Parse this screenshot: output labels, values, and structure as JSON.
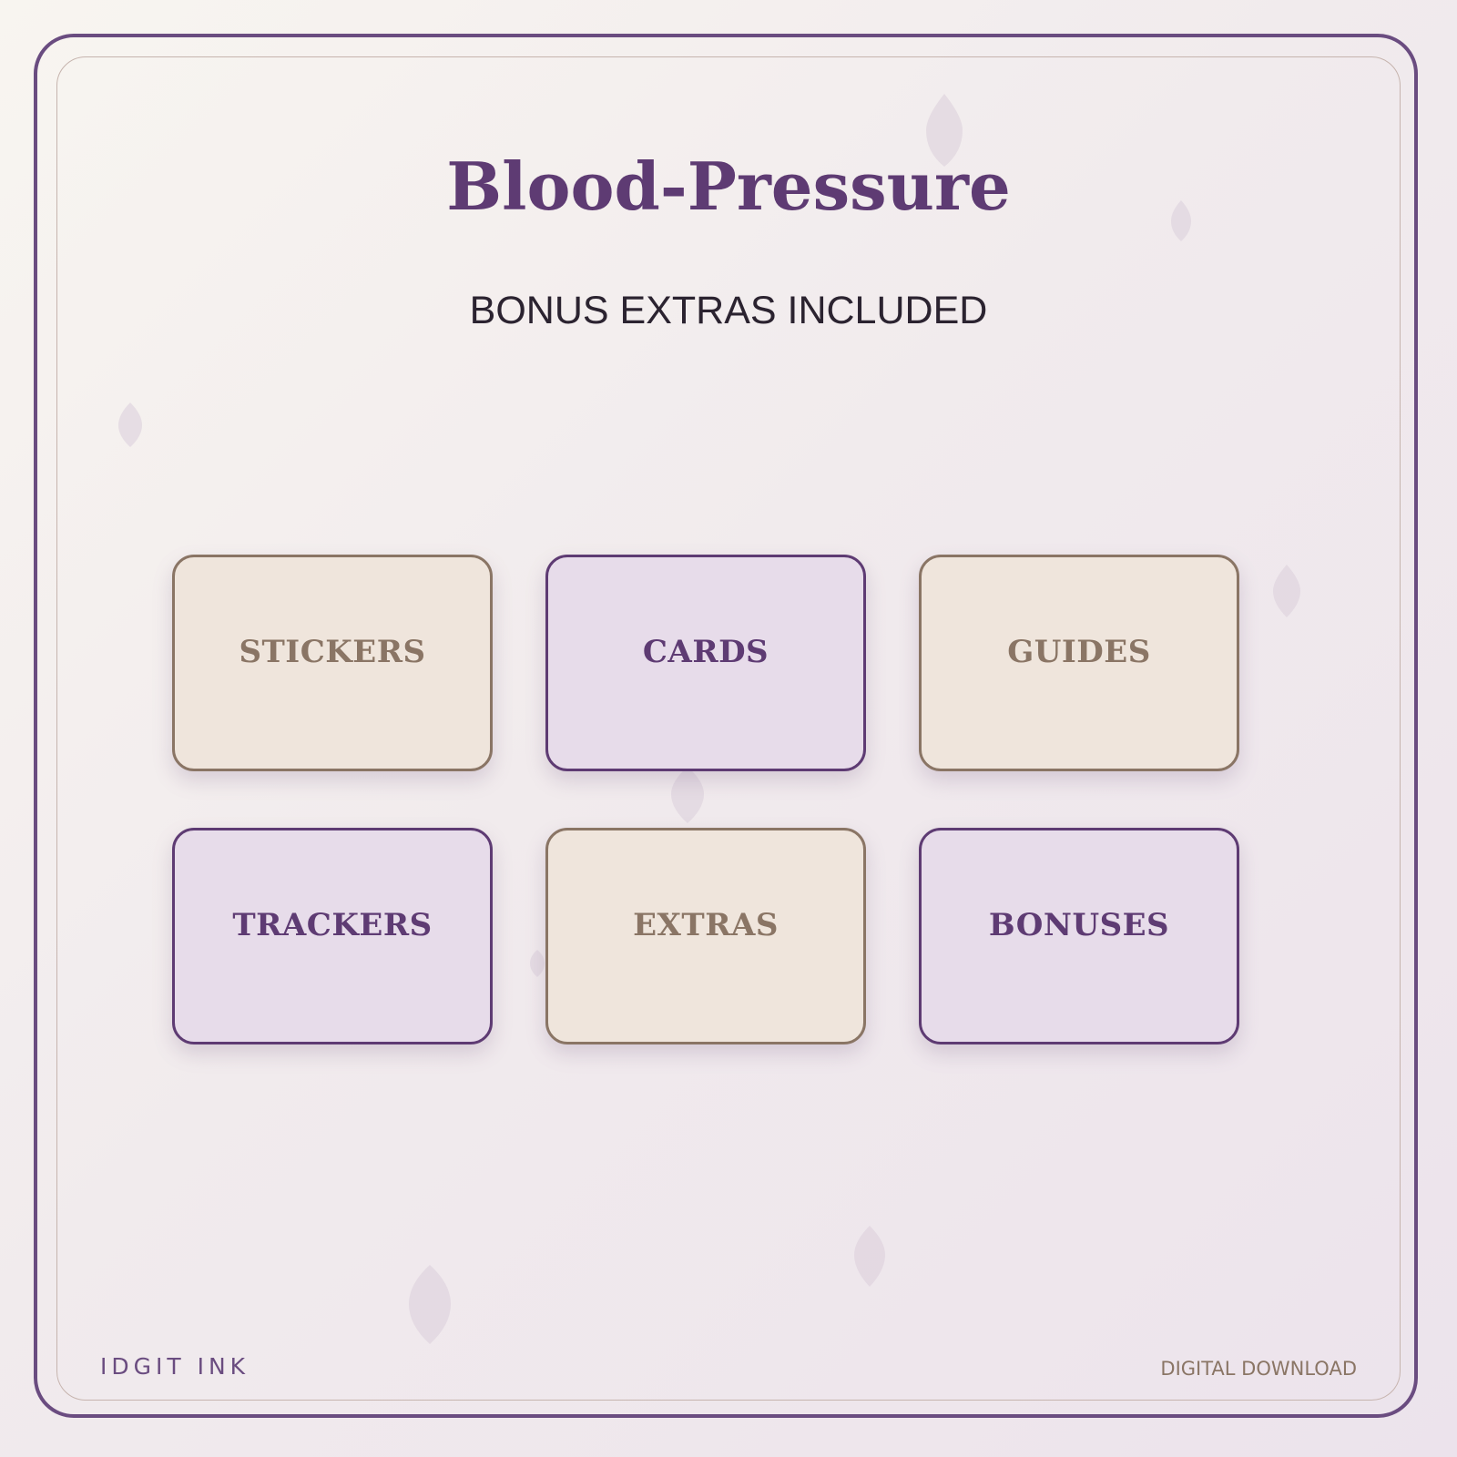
{
  "header": {
    "title": "Blood-Pressure",
    "subtitle": "BONUS EXTRAS INCLUDED"
  },
  "tiles": [
    {
      "label": "STICKERS",
      "style": "beige"
    },
    {
      "label": "CARDS",
      "style": "lilac"
    },
    {
      "label": "GUIDES",
      "style": "beige"
    },
    {
      "label": "TRACKERS",
      "style": "lilac"
    },
    {
      "label": "EXTRAS",
      "style": "beige"
    },
    {
      "label": "BONUSES",
      "style": "lilac"
    }
  ],
  "footer": {
    "brand": "IDGIT INK",
    "note": "DIGITAL DOWNLOAD"
  },
  "colors": {
    "primary": "#5e3b73",
    "frame": "#6a4c80",
    "secondary": "#8a7565",
    "beige_tile": "#efe5dc",
    "lilac_tile": "#e7dcea"
  },
  "decorations": {
    "icon": "petal-icon"
  }
}
